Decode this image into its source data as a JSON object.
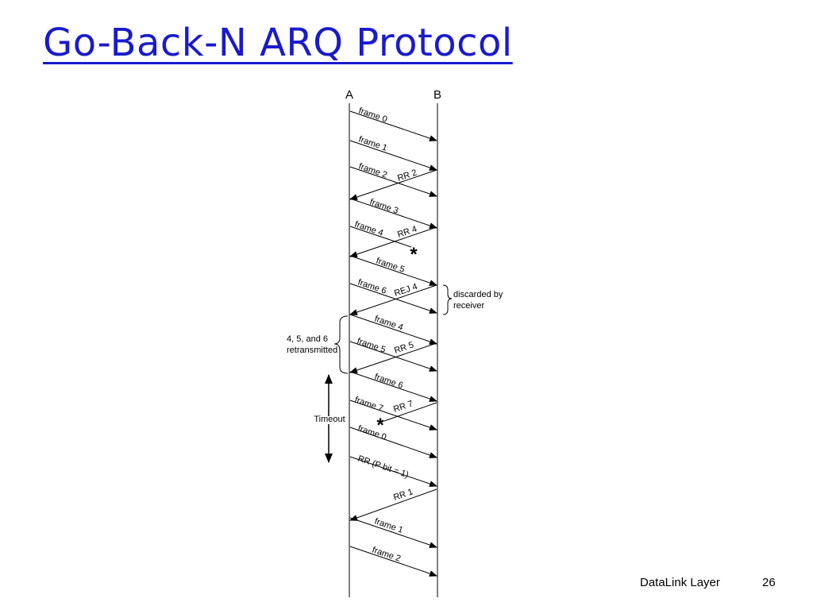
{
  "slide": {
    "title": "Go-Back-N ARQ Protocol",
    "footer_label": "DataLink Layer",
    "page_number": "26"
  },
  "diagram": {
    "stations": [
      "A",
      "B"
    ],
    "messages": [
      {
        "label": "frame 0",
        "direction": "A-to-B"
      },
      {
        "label": "frame 1",
        "direction": "A-to-B"
      },
      {
        "label": "frame 2",
        "direction": "A-to-B"
      },
      {
        "label": "RR 2",
        "direction": "B-to-A"
      },
      {
        "label": "frame 3",
        "direction": "A-to-B"
      },
      {
        "label": "frame 4",
        "direction": "A-to-B",
        "lost": true
      },
      {
        "label": "RR 4",
        "direction": "B-to-A"
      },
      {
        "label": "frame 5",
        "direction": "A-to-B"
      },
      {
        "label": "frame 6",
        "direction": "A-to-B"
      },
      {
        "label": "REJ 4",
        "direction": "B-to-A"
      },
      {
        "label": "frame 4",
        "direction": "A-to-B"
      },
      {
        "label": "frame 5",
        "direction": "A-to-B"
      },
      {
        "label": "RR 5",
        "direction": "B-to-A"
      },
      {
        "label": "frame 6",
        "direction": "A-to-B"
      },
      {
        "label": "frame 7",
        "direction": "A-to-B"
      },
      {
        "label": "RR 7",
        "direction": "B-to-A",
        "lost": true
      },
      {
        "label": "frame 0",
        "direction": "A-to-B"
      },
      {
        "label": "RR (P bit = 1)",
        "direction": "A-to-B"
      },
      {
        "label": "RR 1",
        "direction": "B-to-A"
      },
      {
        "label": "frame 1",
        "direction": "A-to-B"
      },
      {
        "label": "frame 2",
        "direction": "A-to-B"
      }
    ],
    "loss_marker": "*",
    "annotations": {
      "discarded_line1": "discarded by",
      "discarded_line2": "receiver",
      "retransmitted_line1": "4, 5, and 6",
      "retransmitted_line2": "retransmitted",
      "timeout": "Timeout"
    }
  }
}
